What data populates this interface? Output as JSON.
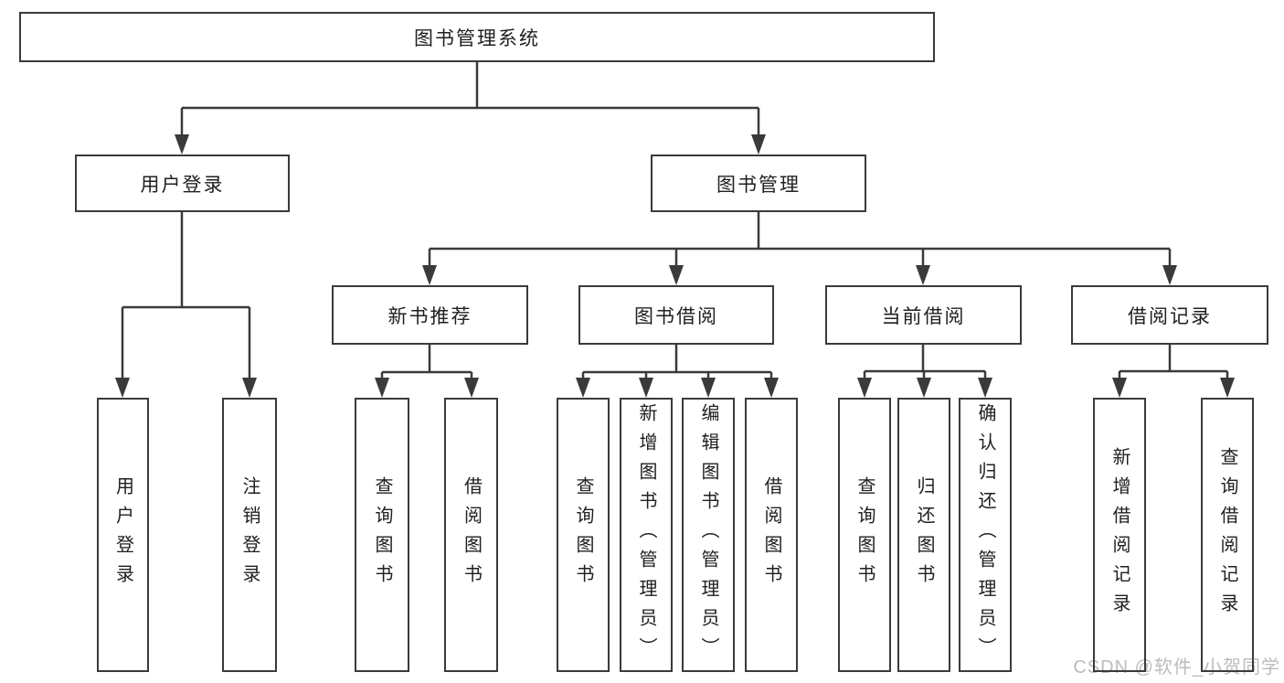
{
  "diagram": {
    "title": "图书管理系统",
    "level2": {
      "user_login": "用户登录",
      "book_management": "图书管理"
    },
    "level3": {
      "new_book_recommend": "新书推荐",
      "book_borrow": "图书借阅",
      "current_borrow": "当前借阅",
      "borrow_records": "借阅记录"
    },
    "leaves": {
      "user_login_children": {
        "login": "用户登录",
        "logout": "注销登录"
      },
      "new_book_children": {
        "query": "查询图书",
        "borrow": "借阅图书"
      },
      "book_borrow_children": {
        "query": "查询图书",
        "add_admin": "新增图书（管理员）",
        "edit_admin": "编辑图书（管理员）",
        "borrow": "借阅图书"
      },
      "current_borrow_children": {
        "query": "查询图书",
        "return": "归还图书",
        "confirm_admin": "确认归还（管理员）"
      },
      "borrow_records_children": {
        "add": "新增借阅记录",
        "query": "查询借阅记录"
      }
    }
  },
  "watermark": "CSDN @软件_小贺同学",
  "colors": {
    "line": "#3a3a3a",
    "text": "#202020",
    "watermark": "#bcbcbc",
    "background": "#ffffff"
  }
}
